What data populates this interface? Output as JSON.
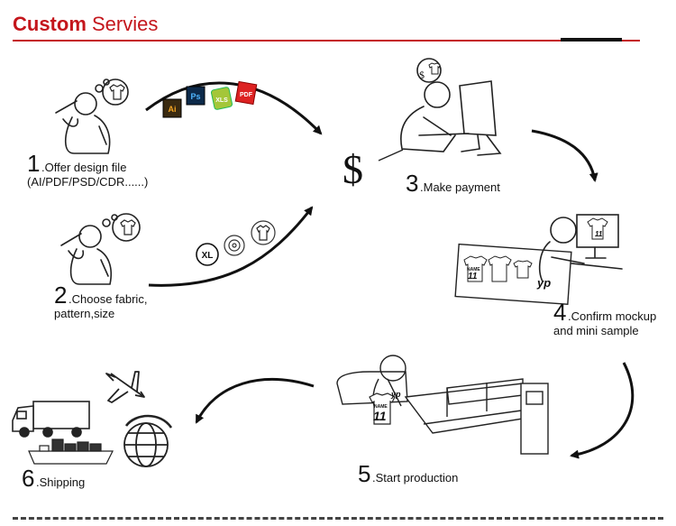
{
  "title": {
    "bold": "Custom",
    "rest": " Servies"
  },
  "colors": {
    "accent": "#c4161c",
    "ink": "#111111"
  },
  "steps": [
    {
      "num": "1",
      "line1": ".Offer design file",
      "line2": "(AI/PDF/PSD/CDR......)"
    },
    {
      "num": "2",
      "line1": ".Choose fabric,",
      "line2": "pattern,size"
    },
    {
      "num": "3",
      "line1": ".Make payment"
    },
    {
      "num": "4",
      "line1": ".Confirm mockup",
      "line2": "and mini sample"
    },
    {
      "num": "5",
      "line1": ".Start production"
    },
    {
      "num": "6",
      "line1": ".Shipping"
    }
  ],
  "icons": {
    "file_types": [
      "Ai",
      "Ps",
      "XLS",
      "PDF"
    ],
    "fabric_size": "XL",
    "mockup_name": "NAME",
    "mockup_number": "11",
    "logo_mark": "yp",
    "currency": "$"
  }
}
